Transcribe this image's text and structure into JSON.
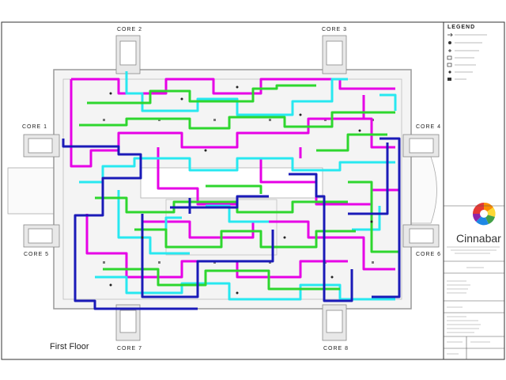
{
  "drawing": {
    "floor_label": "First Floor",
    "cores": [
      "CORE 1",
      "CORE 2",
      "CORE 3",
      "CORE 4",
      "CORE 5",
      "CORE 6",
      "CORE 7",
      "CORE 8"
    ],
    "colors": {
      "magenta": "#e600e6",
      "cyan": "#27e8f0",
      "green": "#2ed62e",
      "blue": "#1a1ab8",
      "wall": "#9a9a9a",
      "wall_fill": "#f4f4f4"
    }
  },
  "legend": {
    "title": "LEGEND",
    "symbols": [
      "arrow-icon",
      "dot-icon",
      "cross-icon",
      "square-icon",
      "box-icon",
      "diamond-icon",
      "filled-square-icon"
    ]
  },
  "title_block": {
    "brand": "Cinnabar",
    "logo_colors": [
      "#e53935",
      "#fb8c00",
      "#fdd835",
      "#43a047",
      "#1e88e5",
      "#8e24aa"
    ]
  }
}
